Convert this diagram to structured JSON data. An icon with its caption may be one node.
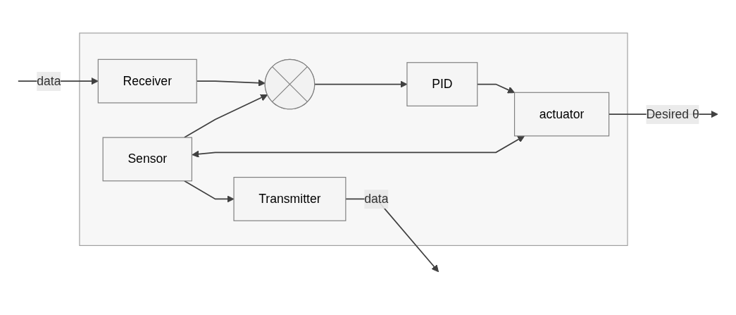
{
  "diagram": {
    "nodes": [
      {
        "text": [],
        "shape": "box"
      },
      {
        "text": [
          "Receiver"
        ],
        "in": 0
      },
      {
        "text": [],
        "shape": "circle",
        "in": 0
      },
      {
        "text": [
          "PID"
        ],
        "in": 0
      },
      {
        "text": [
          "actuator"
        ],
        "in": 0
      },
      {
        "text": [
          "Transmitter"
        ],
        "in": 0
      },
      {
        "text": [
          "Sensor"
        ],
        "in": 0
      }
    ],
    "edges": [
      {
        "from": null,
        "to": 1,
        "label": "data",
        "arrow": "to"
      },
      {
        "from": 1,
        "to": 2,
        "arrow": "to"
      },
      {
        "from": 2,
        "to": 3,
        "arrow": "to"
      },
      {
        "from": 3,
        "to": 4,
        "arrow": "to"
      },
      {
        "from": 4,
        "to": null,
        "label": "Desired θ",
        "arrow": "to"
      },
      {
        "from": 6,
        "to": 4,
        "arrow": "both"
      },
      {
        "from": 6,
        "to": 5,
        "arrow": "to"
      },
      {
        "from": 6,
        "to": 2,
        "arrow": "to"
      },
      {
        "from": 5,
        "to": null,
        "label": "data",
        "arrow": "to"
      }
    ]
  }
}
